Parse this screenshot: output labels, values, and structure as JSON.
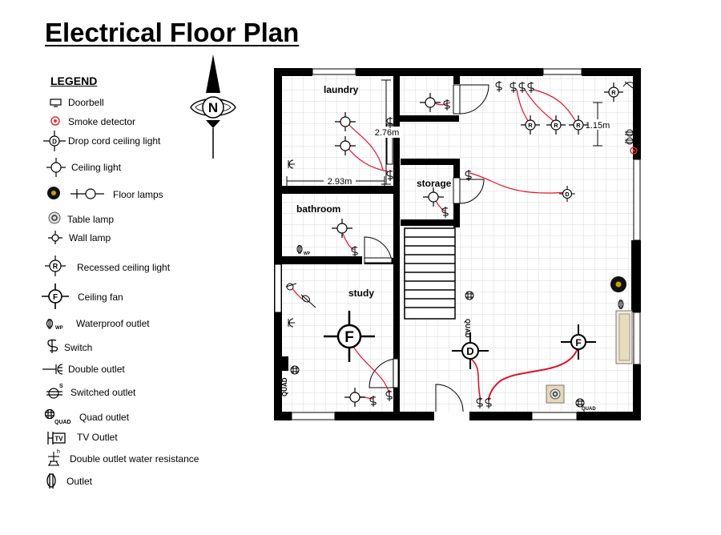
{
  "title": "Electrical Floor Plan",
  "legend": {
    "heading": "LEGEND",
    "items": [
      {
        "key": "doorbell",
        "label": "Doorbell",
        "icon": "doorbell-icon"
      },
      {
        "key": "smoke",
        "label": "Smoke detector",
        "icon": "smoke-detector-icon"
      },
      {
        "key": "dropcord",
        "label": "Drop cord ceiling light",
        "icon": "drop-cord-light-icon"
      },
      {
        "key": "ceiling",
        "label": "Ceiling light",
        "icon": "ceiling-light-icon"
      },
      {
        "key": "floorlamps",
        "label": "Floor lamps",
        "icon": "floor-lamp-icon"
      },
      {
        "key": "tablelamp",
        "label": "Table lamp",
        "icon": "table-lamp-icon"
      },
      {
        "key": "walllamp",
        "label": "Wall lamp",
        "icon": "wall-lamp-icon"
      },
      {
        "key": "recessed",
        "label": "Recessed ceiling light",
        "icon": "recessed-light-icon"
      },
      {
        "key": "fan",
        "label": "Ceiling fan",
        "icon": "ceiling-fan-icon"
      },
      {
        "key": "waterproof",
        "label": "Waterproof outlet",
        "icon": "waterproof-outlet-icon"
      },
      {
        "key": "switch",
        "label": "Switch",
        "icon": "switch-icon"
      },
      {
        "key": "double",
        "label": "Double outlet",
        "icon": "double-outlet-icon"
      },
      {
        "key": "switched",
        "label": "Switched outlet",
        "icon": "switched-outlet-icon"
      },
      {
        "key": "quad",
        "label": "Quad outlet",
        "icon": "quad-outlet-icon"
      },
      {
        "key": "tv",
        "label": "TV Outlet",
        "icon": "tv-outlet-icon"
      },
      {
        "key": "doublewr",
        "label": "Double outlet water resistance",
        "icon": "water-resistant-outlet-icon"
      },
      {
        "key": "outlet",
        "label": "Outlet",
        "icon": "outlet-icon"
      }
    ]
  },
  "compass": {
    "letter": "N",
    "icon": "north-arrow-icon"
  },
  "symbols": {
    "recessed": "R",
    "drop_cord": "D",
    "fan": "F",
    "tv": "TV",
    "quad": "QUAD",
    "wp": "WP",
    "switched_s": "S",
    "double_wr_h": "h"
  },
  "rooms": {
    "laundry": "laundry",
    "storage": "storage",
    "bathroom": "bathroom",
    "study": "study"
  },
  "dimensions": {
    "d1": "2.76m",
    "d2": "2.93m",
    "d3": "1.15m"
  },
  "colors": {
    "wire": "#e0102a",
    "wall": "#000000",
    "grid": "#d9d9d9",
    "smoke": "#d9303a"
  }
}
